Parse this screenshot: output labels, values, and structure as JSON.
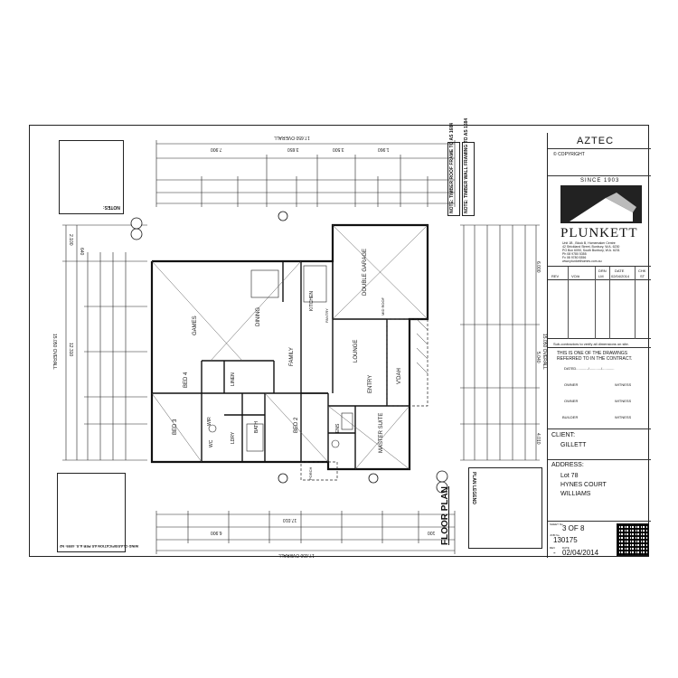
{
  "title_block": {
    "model": "AZTEC",
    "copyright": "© COPYRIGHT",
    "since": "SINCE 1903",
    "brand": "PLUNKETT",
    "address_lines": [
      "Unit 1B , Block B, Homemaker Centre",
      "42 Strickland Street, Bunbury, W.A. 6230",
      "PO Box 6090, South Bunbury, W.A. 6231",
      "Ph 08 9780 5355",
      "Fx 08 9780 5356",
      "www.plunketthomes.com.au"
    ],
    "rev_headers": [
      "REV",
      "VO/#",
      "DRN",
      "DATE",
      "CHK"
    ],
    "rev_row": [
      "LM",
      "02/04/2014",
      "ST"
    ],
    "subcontractors_note": "Sub-contractors to verify all dimensions on site.",
    "drawings_note_1": "THIS IS ONE OF THE DRAWINGS",
    "drawings_note_2": "REFERRED TO IN THE CONTRACT.",
    "dated": "DATED............/............/............",
    "signatures": [
      {
        "role": "OWNER",
        "witness": "WITNESS"
      },
      {
        "role": "OWNER",
        "witness": "WITNESS"
      },
      {
        "role": "BUILDER",
        "witness": "WITNESS"
      }
    ],
    "client_label": "CLIENT:",
    "client": "GILLETT",
    "address_label": "ADDRESS:",
    "address": [
      "Lot 78",
      "HYNES COURT",
      "WILLIAMS"
    ],
    "sheet_label": "SHEET No.",
    "sheet": "3 OF 8",
    "job_label": "JOB No.",
    "job": "130175",
    "rev_label": "REV",
    "date_label": "DATE",
    "rev_value": "-",
    "date": "02/04/2014"
  },
  "plan": {
    "floor_plan_label": "FLOOR PLAN",
    "overall_top": "17.650 OVERALL",
    "overall_bottom": "17.650 OVERALL",
    "overall_left": "15.050 OVERALL",
    "overall_right": "15.050 OVERALL",
    "note_roof": "NOTE: TIMBER ROOF FRAME TO AS 1684",
    "note_wall": "NOTE: TIMBER WALL FRAMING TO AS 1684",
    "rooms": [
      "GAMES",
      "DINING",
      "FAMILY",
      "KITCHEN",
      "DOUBLE GARAGE",
      "LOUNGE",
      "ENTRY",
      "V'DAH",
      "BED 4",
      "BED 3",
      "BED 2",
      "MASTER SUITE",
      "BATH",
      "WIR",
      "WC",
      "LDRY",
      "ENS",
      "LINEN",
      "PANTRY",
      "PORCH"
    ],
    "top_dims": [
      "7.900",
      "3.650",
      "3.500",
      "1.960"
    ],
    "left_dims": [
      "2.100",
      "12.310",
      "640"
    ],
    "right_dims": [
      "6.000",
      "5.040",
      "4.010"
    ],
    "bottom_dims": [
      "17.010",
      "6.900",
      "100"
    ],
    "legend_title": "PLAN LEGEND",
    "notes_title": "NOTES:",
    "wind_class": "WIND CLASSIFICATION AS PER A.S. 4055: N2",
    "hatch_note": "MID ROOF"
  }
}
